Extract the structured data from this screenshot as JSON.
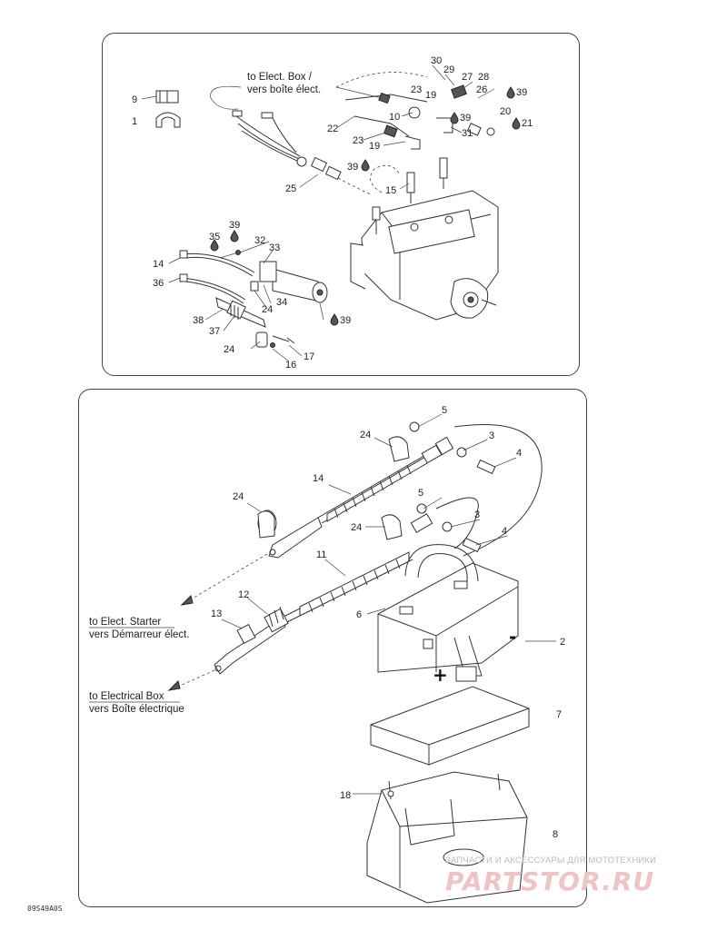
{
  "callouts_top": [
    {
      "id": "c-t-9",
      "text": "9"
    },
    {
      "id": "c-t-1",
      "text": "1"
    },
    {
      "id": "c-t-30",
      "text": "30"
    },
    {
      "id": "c-t-29",
      "text": "29"
    },
    {
      "id": "c-t-27",
      "text": "27"
    },
    {
      "id": "c-t-28",
      "text": "28"
    },
    {
      "id": "c-t-23a",
      "text": "23"
    },
    {
      "id": "c-t-19a",
      "text": "19"
    },
    {
      "id": "c-t-26",
      "text": "26"
    },
    {
      "id": "c-t-39a",
      "text": "39"
    },
    {
      "id": "c-t-22",
      "text": "22"
    },
    {
      "id": "c-t-10",
      "text": "10"
    },
    {
      "id": "c-t-39b",
      "text": "39"
    },
    {
      "id": "c-t-20",
      "text": "20"
    },
    {
      "id": "c-t-21",
      "text": "21"
    },
    {
      "id": "c-t-23b",
      "text": "23"
    },
    {
      "id": "c-t-31",
      "text": "31"
    },
    {
      "id": "c-t-19b",
      "text": "19"
    },
    {
      "id": "c-t-39c",
      "text": "39"
    },
    {
      "id": "c-t-25",
      "text": "25"
    },
    {
      "id": "c-t-15",
      "text": "15"
    },
    {
      "id": "c-t-39d",
      "text": "39"
    },
    {
      "id": "c-t-35",
      "text": "35"
    },
    {
      "id": "c-t-32",
      "text": "32"
    },
    {
      "id": "c-t-33",
      "text": "33"
    },
    {
      "id": "c-t-14",
      "text": "14"
    },
    {
      "id": "c-t-36",
      "text": "36"
    },
    {
      "id": "c-t-24a",
      "text": "24"
    },
    {
      "id": "c-t-34",
      "text": "34"
    },
    {
      "id": "c-t-38",
      "text": "38"
    },
    {
      "id": "c-t-37",
      "text": "37"
    },
    {
      "id": "c-t-39e",
      "text": "39"
    },
    {
      "id": "c-t-24b",
      "text": "24"
    },
    {
      "id": "c-t-17",
      "text": "17"
    },
    {
      "id": "c-t-16",
      "text": "16"
    }
  ],
  "callouts_bottom": [
    {
      "id": "c-b-5a",
      "text": "5"
    },
    {
      "id": "c-b-24a",
      "text": "24"
    },
    {
      "id": "c-b-3a",
      "text": "3"
    },
    {
      "id": "c-b-4a",
      "text": "4"
    },
    {
      "id": "c-b-14",
      "text": "14"
    },
    {
      "id": "c-b-24b",
      "text": "24"
    },
    {
      "id": "c-b-5b",
      "text": "5"
    },
    {
      "id": "c-b-24c",
      "text": "24"
    },
    {
      "id": "c-b-3b",
      "text": "3"
    },
    {
      "id": "c-b-4b",
      "text": "4"
    },
    {
      "id": "c-b-11",
      "text": "11"
    },
    {
      "id": "c-b-12",
      "text": "12"
    },
    {
      "id": "c-b-6",
      "text": "6"
    },
    {
      "id": "c-b-2",
      "text": "2"
    },
    {
      "id": "c-b-13",
      "text": "13"
    },
    {
      "id": "c-b-7",
      "text": "7"
    },
    {
      "id": "c-b-18",
      "text": "18"
    },
    {
      "id": "c-b-8",
      "text": "8"
    }
  ],
  "notes": {
    "to_elect_box_en": "to Elect. Box /",
    "to_elect_box_fr": "vers boîte élect.",
    "to_elect_starter_en": "to Elect. Starter",
    "to_elect_starter_fr": "vers Démarreur élect.",
    "to_electrical_box_en": "to Electrical Box",
    "to_electrical_box_fr": "vers Boîte électrique"
  },
  "polarity": {
    "negative": "-",
    "positive": "+"
  },
  "reference_code": "09S49A0S",
  "watermark": {
    "text": "ЗАПЧАСТИ И АКСЕССУАРЫ ДЛЯ МОТОТЕХНИКИ",
    "logo": "PARTSTOR.RU"
  }
}
